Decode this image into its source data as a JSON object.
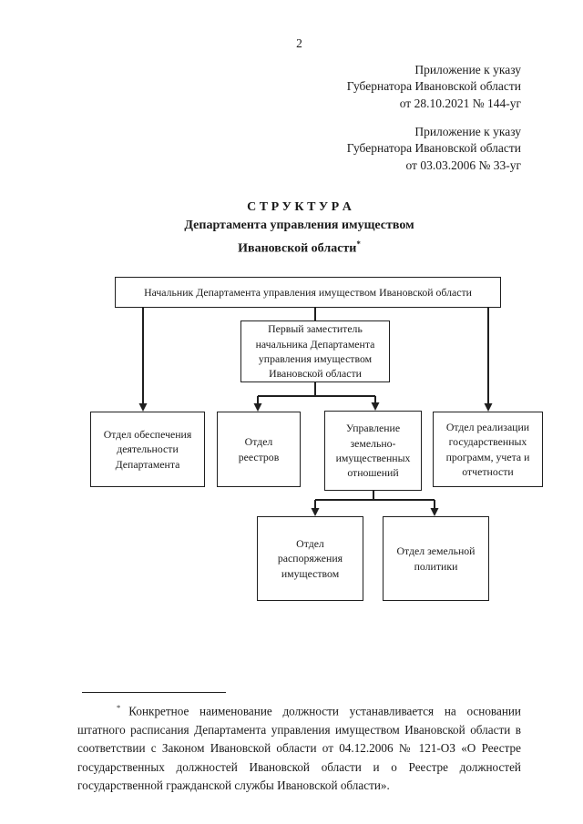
{
  "page": {
    "number": "2",
    "colors": {
      "background": "#ffffff",
      "text": "#1a1a1a",
      "line": "#1f1f1f"
    }
  },
  "annexes": [
    {
      "lines": [
        "Приложение к указу",
        "Губернатора Ивановской области",
        "от 28.10.2021 № 144-уг"
      ]
    },
    {
      "lines": [
        "Приложение к указу",
        "Губернатора Ивановской области",
        "от 03.03.2006 № 33-уг"
      ]
    }
  ],
  "title": {
    "line1": "С Т Р У К Т У Р А",
    "line2": "Департамента управления имуществом",
    "line3": "Ивановской области",
    "footnote_marker": "*"
  },
  "org_chart": {
    "nodes": {
      "head": {
        "label": "Начальник Департамента управления имуществом Ивановской области"
      },
      "first_deputy": {
        "label": "Первый заместитель начальника Департамента управления имуществом Ивановской области"
      },
      "support": {
        "label": "Отдел обеспечения деятельности Департамента"
      },
      "registries": {
        "label": "Отдел реестров"
      },
      "land_property": {
        "label": "Управление земельно-имущественных отношений"
      },
      "state_programs": {
        "label": "Отдел реализации государственных программ, учета и отчетности"
      },
      "property_disposal": {
        "label": "Отдел распоряжения имуществом"
      },
      "land_policy": {
        "label": "Отдел земельной политики"
      }
    },
    "edges": [
      {
        "from": "head",
        "to": "support",
        "arrow": true
      },
      {
        "from": "head",
        "to": "first_deputy",
        "arrow": false
      },
      {
        "from": "head",
        "to": "state_programs",
        "arrow": true
      },
      {
        "from": "first_deputy",
        "to": "registries",
        "arrow": true
      },
      {
        "from": "first_deputy",
        "to": "land_property",
        "arrow": true
      },
      {
        "from": "land_property",
        "to": "property_disposal",
        "arrow": true
      },
      {
        "from": "land_property",
        "to": "land_policy",
        "arrow": true
      }
    ]
  },
  "footnote": {
    "marker": "*",
    "text": "Конкретное наименование должности устанавливается на основании штатного расписания Департамента управления имуществом Ивановской области в соответствии с Законом Ивановской области от 04.12.2006 № 121-ОЗ «О Реестре государственных должностей Ивановской области и о Реестре должностей государственной гражданской службы Ивановской области»."
  }
}
